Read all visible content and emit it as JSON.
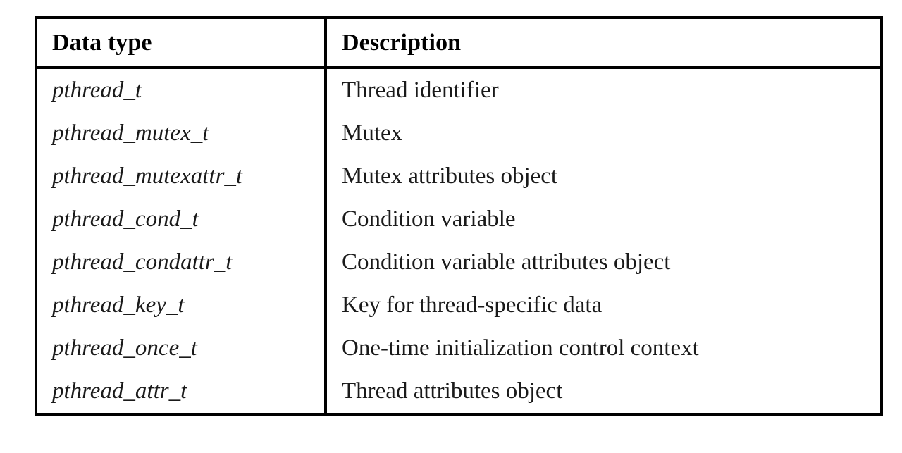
{
  "table": {
    "columns": [
      {
        "key": "data_type",
        "header": "Data type"
      },
      {
        "key": "description",
        "header": "Description"
      }
    ],
    "rows": [
      {
        "data_type": "pthread_t",
        "description": "Thread identifier"
      },
      {
        "data_type": "pthread_mutex_t",
        "description": "Mutex"
      },
      {
        "data_type": "pthread_mutexattr_t",
        "description": "Mutex attributes object"
      },
      {
        "data_type": "pthread_cond_t",
        "description": "Condition variable"
      },
      {
        "data_type": "pthread_condattr_t",
        "description": "Condition variable attributes object"
      },
      {
        "data_type": "pthread_key_t",
        "description": "Key for thread-specific data"
      },
      {
        "data_type": "pthread_once_t",
        "description": "One-time initialization control context"
      },
      {
        "data_type": "pthread_attr_t",
        "description": "Thread attributes object"
      }
    ]
  },
  "style": {
    "border_color": "#000000",
    "text_color": "#1a1a1a",
    "background": "#ffffff"
  }
}
